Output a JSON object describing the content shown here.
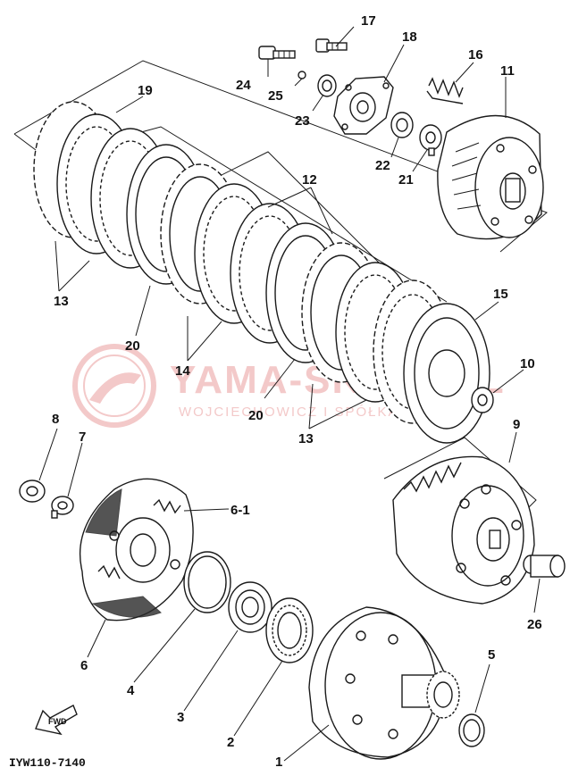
{
  "diagram": {
    "drawing_code": "IYW110-7140",
    "watermark": {
      "line1": "YAMA-SKLEP.PL",
      "line2": "WOJCIECHOWICZ I SPÓŁKA YAMAHA"
    },
    "fwd_label": "FWD",
    "part_labels": {
      "p1": "1",
      "p2": "2",
      "p3": "3",
      "p4": "4",
      "p5": "5",
      "p6": "6",
      "p6_1": "6-1",
      "p7": "7",
      "p8": "8",
      "p9": "9",
      "p10": "10",
      "p11": "11",
      "p12": "12",
      "p13a": "13",
      "p13b": "13",
      "p14": "14",
      "p15": "15",
      "p16": "16",
      "p17": "17",
      "p18": "18",
      "p19": "19",
      "p20a": "20",
      "p20b": "20",
      "p21": "21",
      "p22": "22",
      "p23": "23",
      "p24": "24",
      "p25": "25",
      "p26": "26"
    }
  }
}
